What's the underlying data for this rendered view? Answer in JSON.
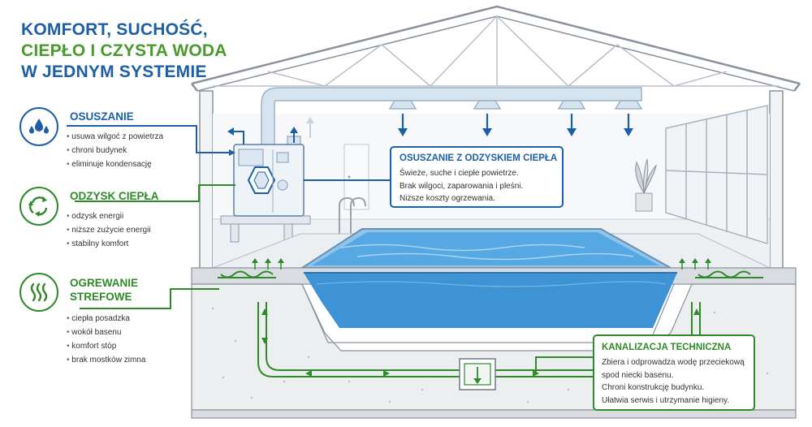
{
  "title": {
    "line1": "KOMFORT, SUCHOŚĆ,",
    "line2": "CIEPŁO I CZYSTA WODA",
    "line3": "W JEDNYM SYSTEMIE"
  },
  "colors": {
    "blue": "#1d5fa6",
    "green": "#4a9a2e",
    "pool_water": "#3d93d4",
    "duct": "#d6e4f0"
  },
  "features": [
    {
      "heading": "OSUSZANIE",
      "icon": "water-drops-icon",
      "items": [
        "usuwa wilgoć z powietrza",
        "chroni budynek",
        "eliminuje kondensację"
      ]
    },
    {
      "heading": "ODZYSK CIEPŁA",
      "icon": "recycle-arrows-icon",
      "items": [
        "odzysk energii",
        "niższe zużycie energii",
        "stabilny komfort"
      ]
    },
    {
      "heading_line1": "OGREWANIE",
      "heading_line2": "STREFOWE",
      "icon": "heat-waves-icon",
      "items": [
        "ciepła posadzka",
        "wokół basenu",
        "komfort stóp",
        "brak mostków zimna"
      ]
    }
  ],
  "callouts": {
    "dehumidification": {
      "heading": "OSUSZANIE Z ODZYSKIEM CIEPŁA",
      "lines": [
        "Świeże, suche i ciepłe powietrze.",
        "Brak wilgoci, zaparowania i pleśni.",
        "Niższe koszty ogrzewania."
      ]
    },
    "drainage": {
      "heading": "KANALIZACJA TECHNICZNA",
      "lines": [
        "Zbiera i odprowadza wodę przeciekową",
        "spod niecki basenu.",
        "Chroni konstrukcję budynku.",
        "Ułatwia serwis i utrzymanie higieny."
      ]
    }
  }
}
